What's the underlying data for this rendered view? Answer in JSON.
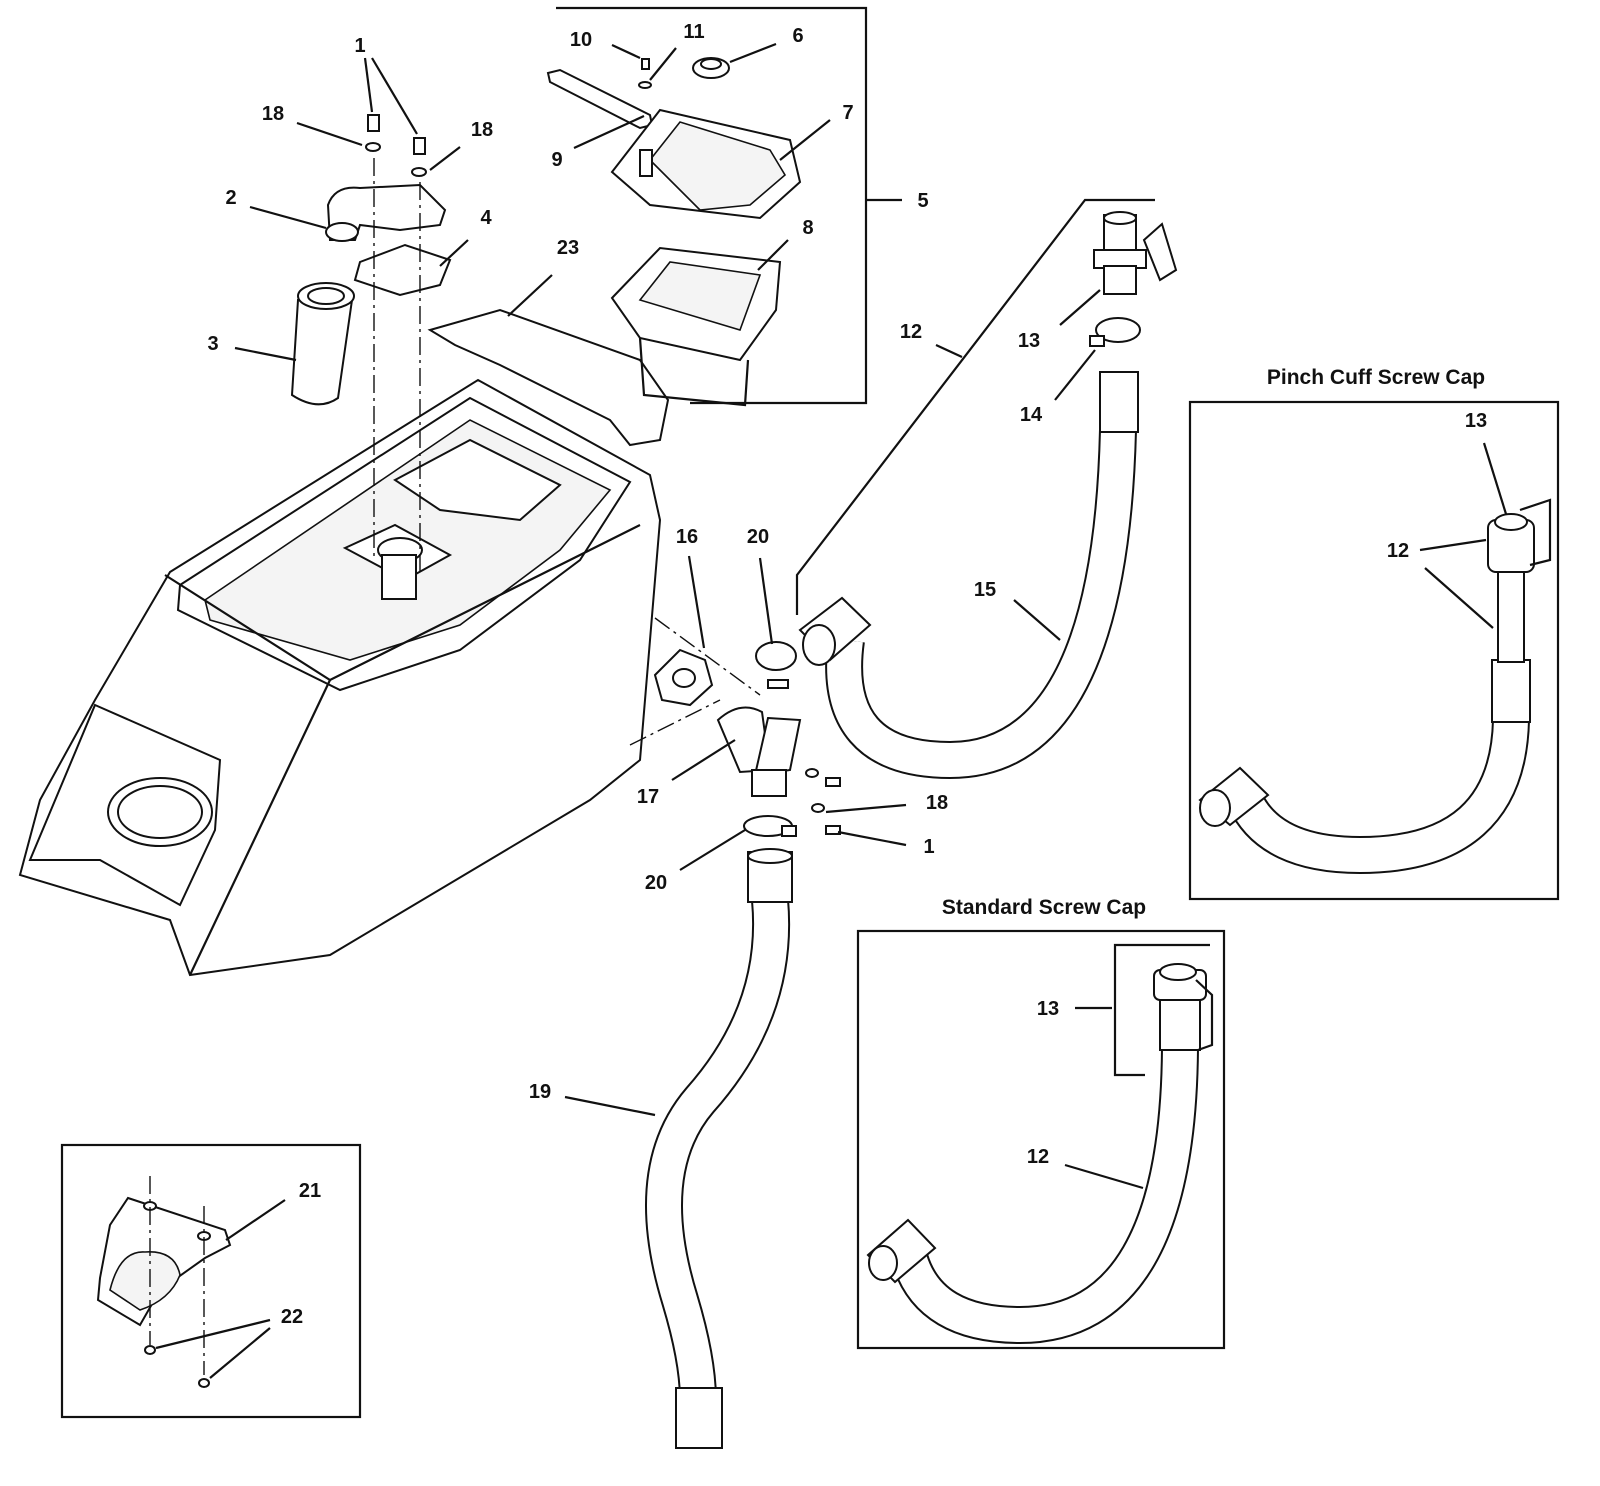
{
  "callouts": {
    "c1a": "1",
    "c1b": "1",
    "c2": "2",
    "c3": "3",
    "c4": "4",
    "c5": "5",
    "c6": "6",
    "c7": "7",
    "c8": "8",
    "c9": "9",
    "c10": "10",
    "c11": "11",
    "c12a": "12",
    "c12b": "12",
    "c12c": "12",
    "c13a": "13",
    "c13b": "13",
    "c13c": "13",
    "c14": "14",
    "c15": "15",
    "c16": "16",
    "c17": "17",
    "c18a": "18",
    "c18b": "18",
    "c18c": "18",
    "c19": "19",
    "c20a": "20",
    "c20b": "20",
    "c21": "21",
    "c22": "22",
    "c23": "23"
  },
  "insets": {
    "pinch_cuff_title": "Pinch Cuff Screw Cap",
    "standard_title": "Standard Screw Cap"
  }
}
